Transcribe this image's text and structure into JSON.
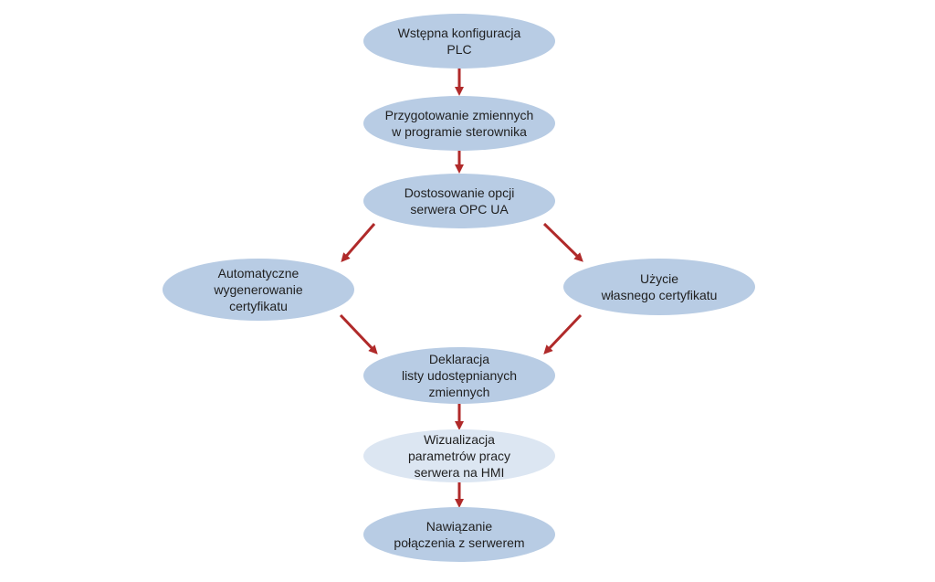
{
  "nodes": {
    "n1": "Wstępna konfiguracja\nPLC",
    "n2": "Przygotowanie zmiennych\nw programie sterownika",
    "n3": "Dostosowanie opcji\nserwera OPC UA",
    "n4": "Automatyczne\nwygenerowanie\ncertyfikatu",
    "n5": "Użycie\nwłasnego certyfikatu",
    "n6": "Deklaracja\nlisty udostępnianych\nzmiennych",
    "n7": "Wizualizacja\nparametrów pracy\nserwera na HMI",
    "n8": "Nawiązanie\npołączenia z serwerem"
  },
  "colors": {
    "node_fill": "#b8cce4",
    "node_fill_light": "#dce6f2",
    "arrow": "#b02a2a",
    "text": "#1f1f1f"
  }
}
